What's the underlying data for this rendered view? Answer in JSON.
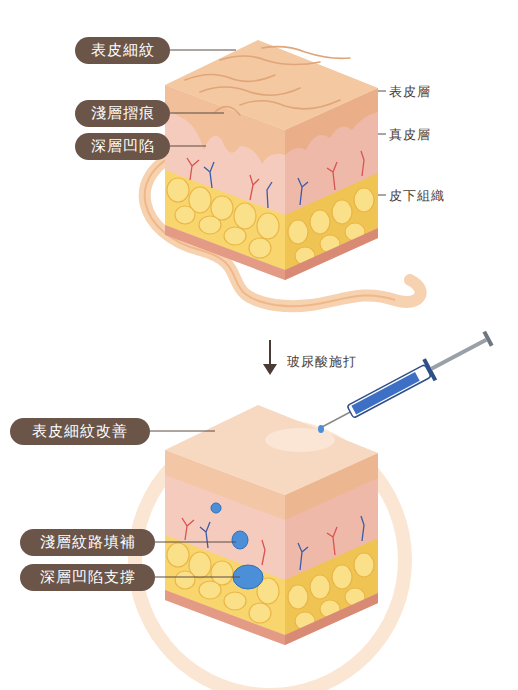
{
  "diagram": {
    "nodes": [
      {
        "text": [
          "表皮細紋"
        ]
      },
      {
        "text": [
          "淺層摺痕"
        ]
      },
      {
        "text": [
          "深層凹陷"
        ]
      },
      {
        "text": [
          "表皮細紋改善"
        ]
      },
      {
        "text": [
          "淺層紋路填補"
        ]
      },
      {
        "text": [
          "深層凹陷支撐"
        ]
      }
    ],
    "labels": [
      "表皮層",
      "真皮層",
      "皮下組織",
      "玻尿酸施打"
    ]
  }
}
